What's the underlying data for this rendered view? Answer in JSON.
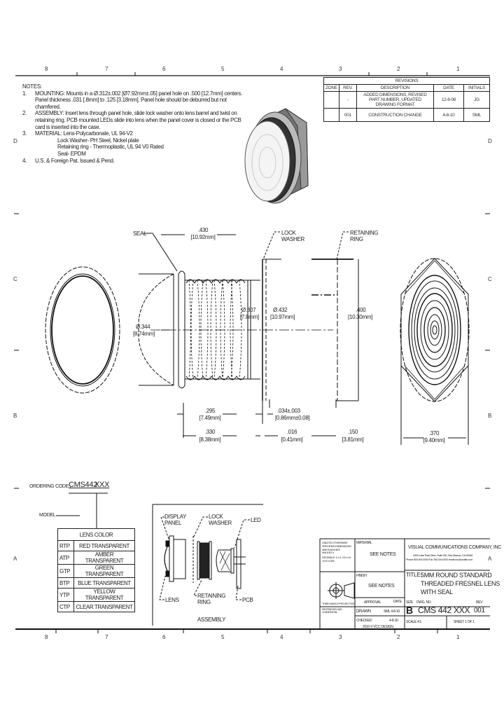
{
  "border": {
    "top_zones": [
      "8",
      "7",
      "6",
      "5",
      "4",
      "3",
      "2",
      "1"
    ],
    "bottom_zones": [
      "8",
      "7",
      "6",
      "5",
      "4",
      "3",
      "2",
      "1"
    ],
    "left_zones": [
      "D",
      "C",
      "B",
      "A"
    ],
    "right_zones": [
      "D",
      "C",
      "B",
      "A"
    ]
  },
  "notes": {
    "heading": "NOTES:",
    "items": [
      {
        "num": "1.",
        "text": "MOUNTING: Mounts in a Ø.312±.002 [Ø7.92mm±.05] panel hole on .500 [12.7mm] centers. Panel thickness .031 [.8mm] to .125 [3.18mm]. Panel hole should be deburred but not chamfered."
      },
      {
        "num": "2.",
        "text": "ASSEMBLY: Insert lens through panel hole, slide lock washer onto lens barrel and twist on retaining ring. PCB mounted LEDs slide into lens when the panel cover is closed or the PCB card is inserted into the case."
      },
      {
        "num": "3.",
        "text": "MATERIAL: Lens-Polycarbonate, UL 94-V2"
      },
      {
        "num": "",
        "text": "Lock Washer- PH Steel, Nickel plate",
        "sub": true
      },
      {
        "num": "",
        "text": "Retaining ring - Thermoplastic, UL 94 V0 Rated",
        "sub": true
      },
      {
        "num": "",
        "text": "Seal- EPDM",
        "sub": true
      },
      {
        "num": "4.",
        "text": "U.S. & Foreign Pat. Issued & Pend."
      }
    ]
  },
  "revisions": {
    "title": "REVISIONS",
    "headers": [
      "ZONE",
      "REV.",
      "DESCRIPTION",
      "DATE",
      "INITIALS"
    ],
    "rows": [
      {
        "zone": "",
        "rev": "-",
        "description": "ADDED DIMENSIONS, REVISED PART NUMBER, UPDATED DRAWING FORMAT",
        "date": "12-6-06",
        "initials": "JG"
      },
      {
        "zone": "",
        "rev": "001",
        "description": "CONSTRUCTION CHANGE",
        "date": "4-8-10",
        "initials": "SML"
      }
    ]
  },
  "dimensions": {
    "seal_label": "SEAL",
    "overall_length": ".430",
    "overall_length_mm": "[10.92mm]",
    "lock_washer_label": "LOCK WASHER",
    "retaining_ring_label": "RETAINING RING",
    "thread_dia": "Ø.307",
    "thread_dia_mm": "[7.8mm]",
    "washer_dia": "Ø.432",
    "washer_dia_mm": "[10.97mm]",
    "ring_height": ".400",
    "ring_height_mm": "[10.30mm]",
    "lens_dia": "Ø.344",
    "lens_dia_mm": "[8.74mm]",
    "thread_len": ".295",
    "thread_len_mm": "[7.49mm]",
    "washer_thk": ".034±.003",
    "washer_thk_mm": "[0.86mm±0.08]",
    "body_len": ".330",
    "body_len_mm": "[8.38mm]",
    "gap": ".016",
    "gap_mm": "[0.41mm]",
    "ring_thk": ".150",
    "ring_thk_mm": "[3.81mm]",
    "hex_width": ".370",
    "hex_width_mm": "[9.40mm]"
  },
  "ordering": {
    "label": "ORDERING CODE :",
    "code": "CMS442",
    "suffix": "XXX",
    "model_label": "MODEL",
    "table_header": "LENS COLOR",
    "options": [
      {
        "code": "RTP",
        "name": "RED TRANSPARENT"
      },
      {
        "code": "ATP",
        "name": "AMBER TRANSPARENT"
      },
      {
        "code": "GTP",
        "name": "GREEN TRANSPARENT"
      },
      {
        "code": "BTP",
        "name": "BLUE TRANSPARENT"
      },
      {
        "code": "YTP",
        "name": "YELLOW TRANSPARENT"
      },
      {
        "code": "CTP",
        "name": "CLEAR TRANSPARENT"
      }
    ]
  },
  "assembly": {
    "display_panel": "DISPLAY PANEL",
    "lock_washer": "LOCK WASHER",
    "led": "LED",
    "lens": "LENS",
    "retaining_ring": "RETAINING RING",
    "pcb": "PCB",
    "caption": "ASSEMBLY"
  },
  "title_block": {
    "tolerance_note": "UNLESS OTHERWISE SPECIFIED DIMENSIONS ARE IN INCHES",
    "tolerances": [
      "ANGLES ±",
      "DECIMALS .X ±.1 .XX ±.01 .XXX ±.005"
    ],
    "third_angle": "THIRD ANGLE PROJECTION",
    "projection_label": "THIRD ANGLE PROJECTION",
    "proprietary": "PROPRIETARY AND CONFIDENTIAL",
    "material_label": "MATERIAL",
    "material_value": "SEE NOTES",
    "finish_label": "FINISH",
    "finish_value": "SEE NOTES",
    "approval_label": "APPROVAL",
    "date_label": "DATE",
    "drawn_label": "DRAWN",
    "drawn_value": "SML 4-8-10",
    "checked_label": "CHECKED",
    "checked_value": "4-8-10",
    "copyright": "2010 © VCC DESIGN",
    "company": "VISUAL COMMUNICATIONS COMPANY, INC",
    "address": "3300 Lake Park Drive, Suite 300, San Marcos, CA 92069",
    "contact": "Phone 800.900.0000 Fax 760.000.0000 email vcc@vcclite.com",
    "title_label": "TITLE:",
    "title_lines": [
      "5MM ROUND STANDARD",
      "THREADED FRESNEL LENS",
      "WITH SEAL"
    ],
    "size_label": "SIZE",
    "dwg_label": "DWG. NO.",
    "rev_label": "REV",
    "size": "B",
    "dwg_no": "CMS 442 XXX",
    "rev": "001",
    "scale": "SCALE 4:1",
    "sheet": "SHEET 1 OF 1"
  }
}
